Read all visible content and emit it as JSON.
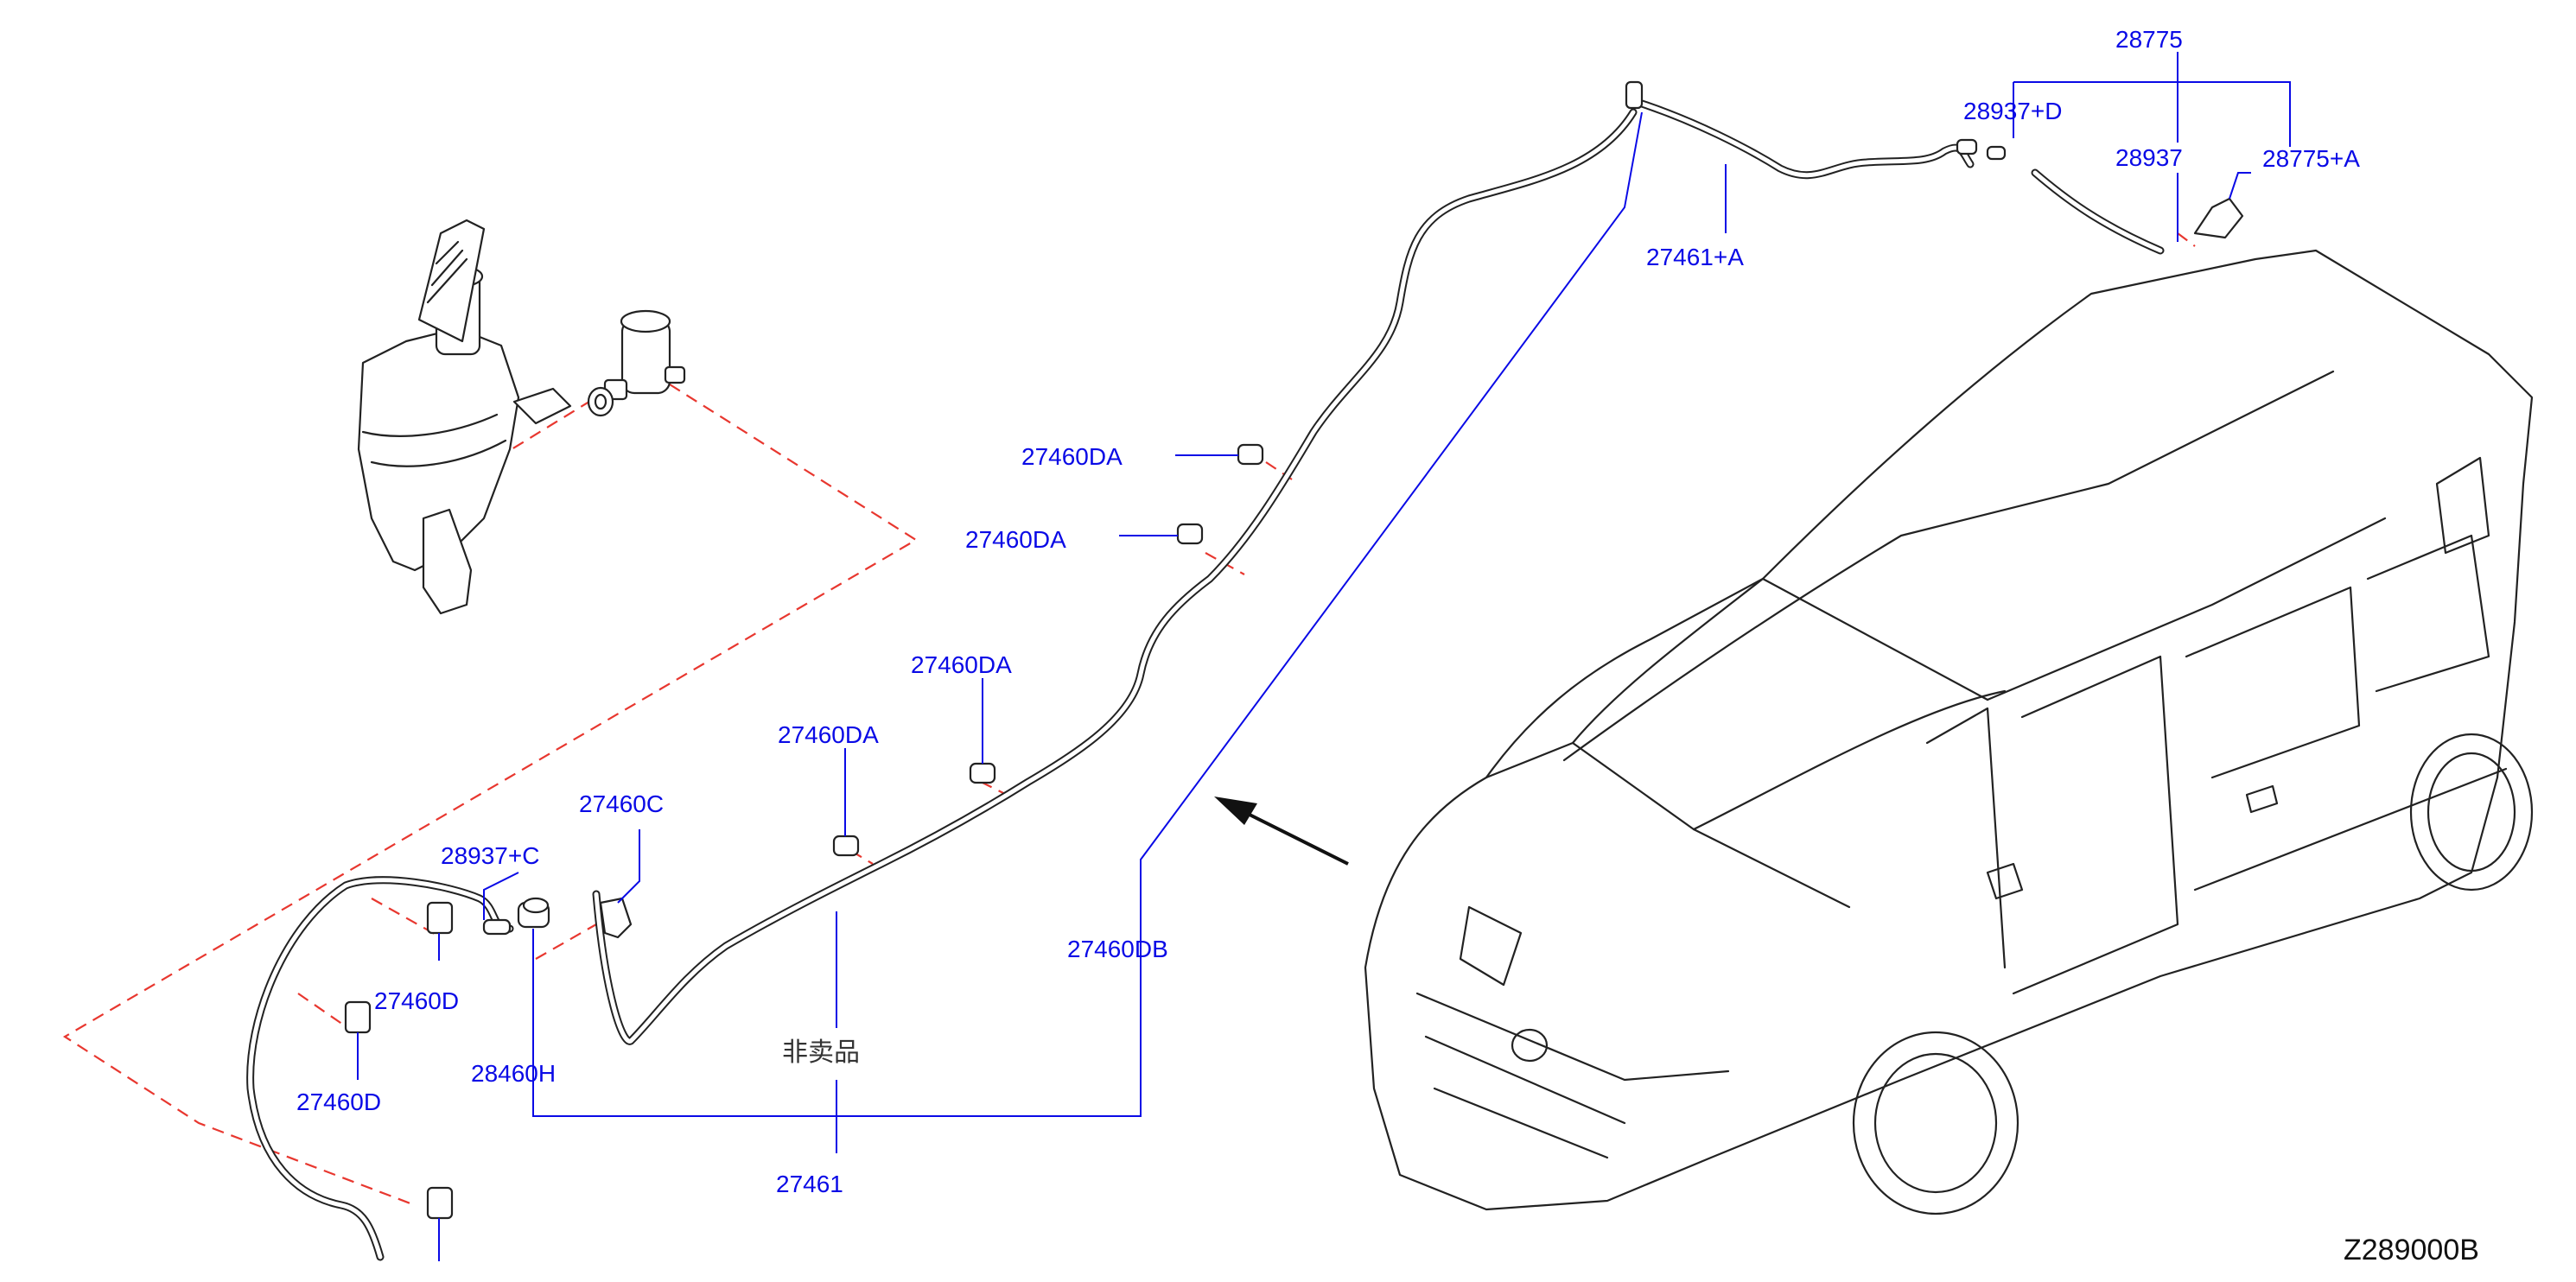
{
  "diagram_code": "Z289000B",
  "non_sale_label": "非卖品",
  "labels": {
    "p28775": "28775",
    "p28937_D": "28937+D",
    "p28937": "28937",
    "p28775_A": "28775+A",
    "p27461_A": "27461+A",
    "p27460DA_1": "27460DA",
    "p27460DA_2": "27460DA",
    "p27460DA_3": "27460DA",
    "p27460DA_4": "27460DA",
    "p27460C": "27460C",
    "p28937_C": "28937+C",
    "p27460D_1": "27460D",
    "p27460D_2": "27460D",
    "p28460H": "28460H",
    "p27460DB": "27460DB",
    "p27461": "27461"
  },
  "colors": {
    "part_number_text": "#0a0ae6",
    "leader_line": "#0a0ae6",
    "fluid_route_dashed": "#e8372f",
    "drawing_line": "#222222"
  }
}
